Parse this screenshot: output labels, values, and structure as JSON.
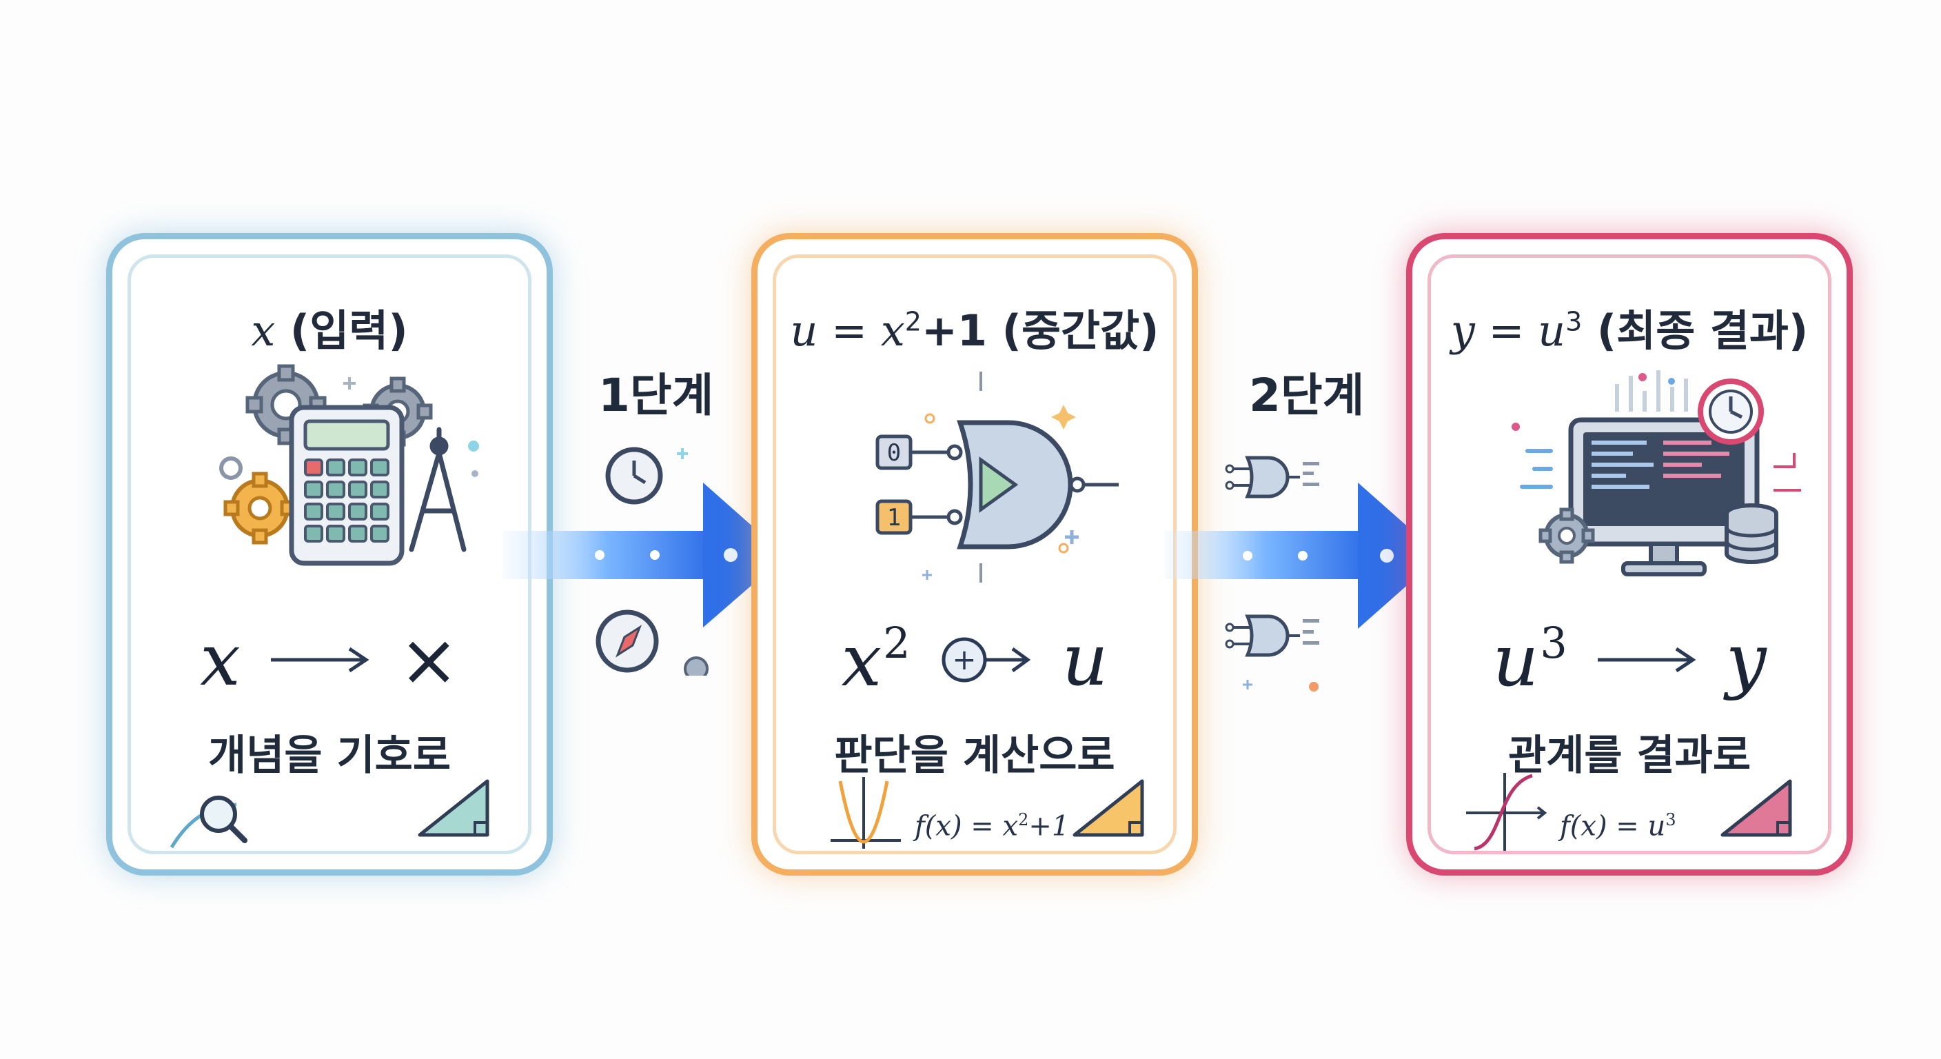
{
  "cards": [
    {
      "title_var": "x",
      "title_rest": " (입력)",
      "eq_left": "x",
      "eq_right": "×",
      "caption": "개념을 기호로"
    },
    {
      "title_var": "u = x",
      "title_sup": "2",
      "title_rest": "+1 (중간값)",
      "eq_left": "x",
      "eq_left_sup": "2",
      "eq_op": "+",
      "eq_right": "u",
      "caption": "판단을 계산으로",
      "formula": "f(x) = x",
      "formula_sup": "2",
      "formula_tail": "+1",
      "gate_in_top": "0",
      "gate_in_bottom": "1"
    },
    {
      "title_var": "y = u",
      "title_sup": "3",
      "title_rest": " (최종 결과)",
      "eq_left": "u",
      "eq_left_sup": "3",
      "eq_right": "y",
      "caption": "관계를 결과로",
      "formula": "f(x) = u",
      "formula_sup": "3"
    }
  ],
  "steps": [
    {
      "label": "1단계"
    },
    {
      "label": "2단계"
    }
  ],
  "colors": {
    "card1": "#8fc3dd",
    "card2": "#f4ae5f",
    "card3": "#d94870",
    "arrow": "#2f7bf0"
  }
}
